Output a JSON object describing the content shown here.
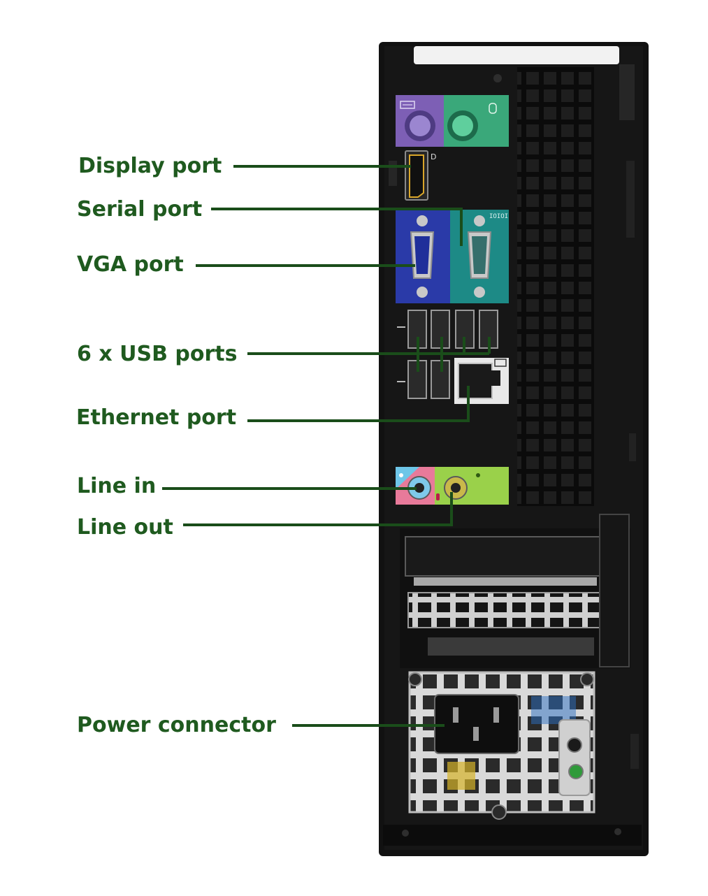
{
  "labels": {
    "display_port": "Display port",
    "serial_port": "Serial port",
    "vga_port": "VGA port",
    "usb_ports": "6 x USB ports",
    "ethernet_port": "Ethernet port",
    "line_in": "Line in",
    "line_out": "Line out",
    "power_connector": "Power connector"
  },
  "colors": {
    "label_text": "#1f5a1f",
    "leader_line": "#1a4d1a",
    "chassis": "#111111",
    "ps2_keyboard": "#7d5fb5",
    "ps2_mouse": "#3aa87a",
    "vga_panel": "#2a3aa8",
    "serial_panel": "#1d8a86",
    "line_in_pink": "#e87a9a",
    "line_in_blue": "#6ec6e8",
    "line_out_green": "#9ad14a"
  },
  "icons": [
    "keyboard-icon",
    "mouse-icon",
    "usb-icon",
    "network-icon",
    "line-in-icon",
    "line-out-icon",
    "microphone-icon"
  ]
}
